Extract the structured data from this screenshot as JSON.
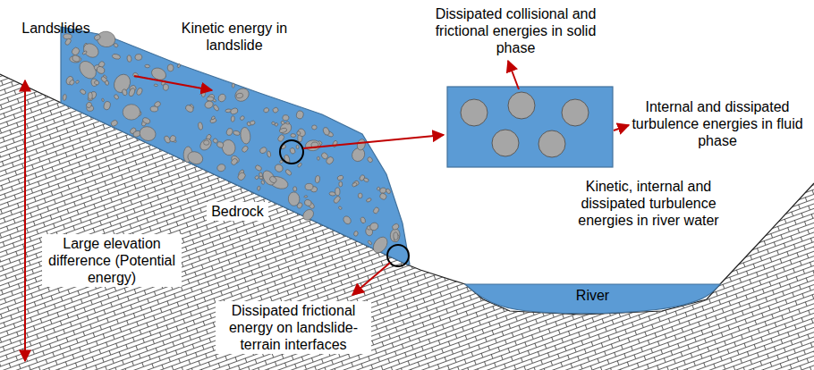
{
  "diagram": {
    "nodes": [
      {
        "text": [
          "River"
        ]
      }
    ],
    "labels": [
      "Landslides",
      "Kinetic energy in landslide",
      "Dissipated collisional and frictional energies in solid phase",
      "Internal and dissipated turbulence energies in fluid phase",
      "Bedrock",
      "Kinetic, internal and dissipated turbulence energies in river water",
      "Large elevation difference (Potential energy)",
      "Dissipated frictional energy on landslide-terrain interfaces"
    ]
  }
}
